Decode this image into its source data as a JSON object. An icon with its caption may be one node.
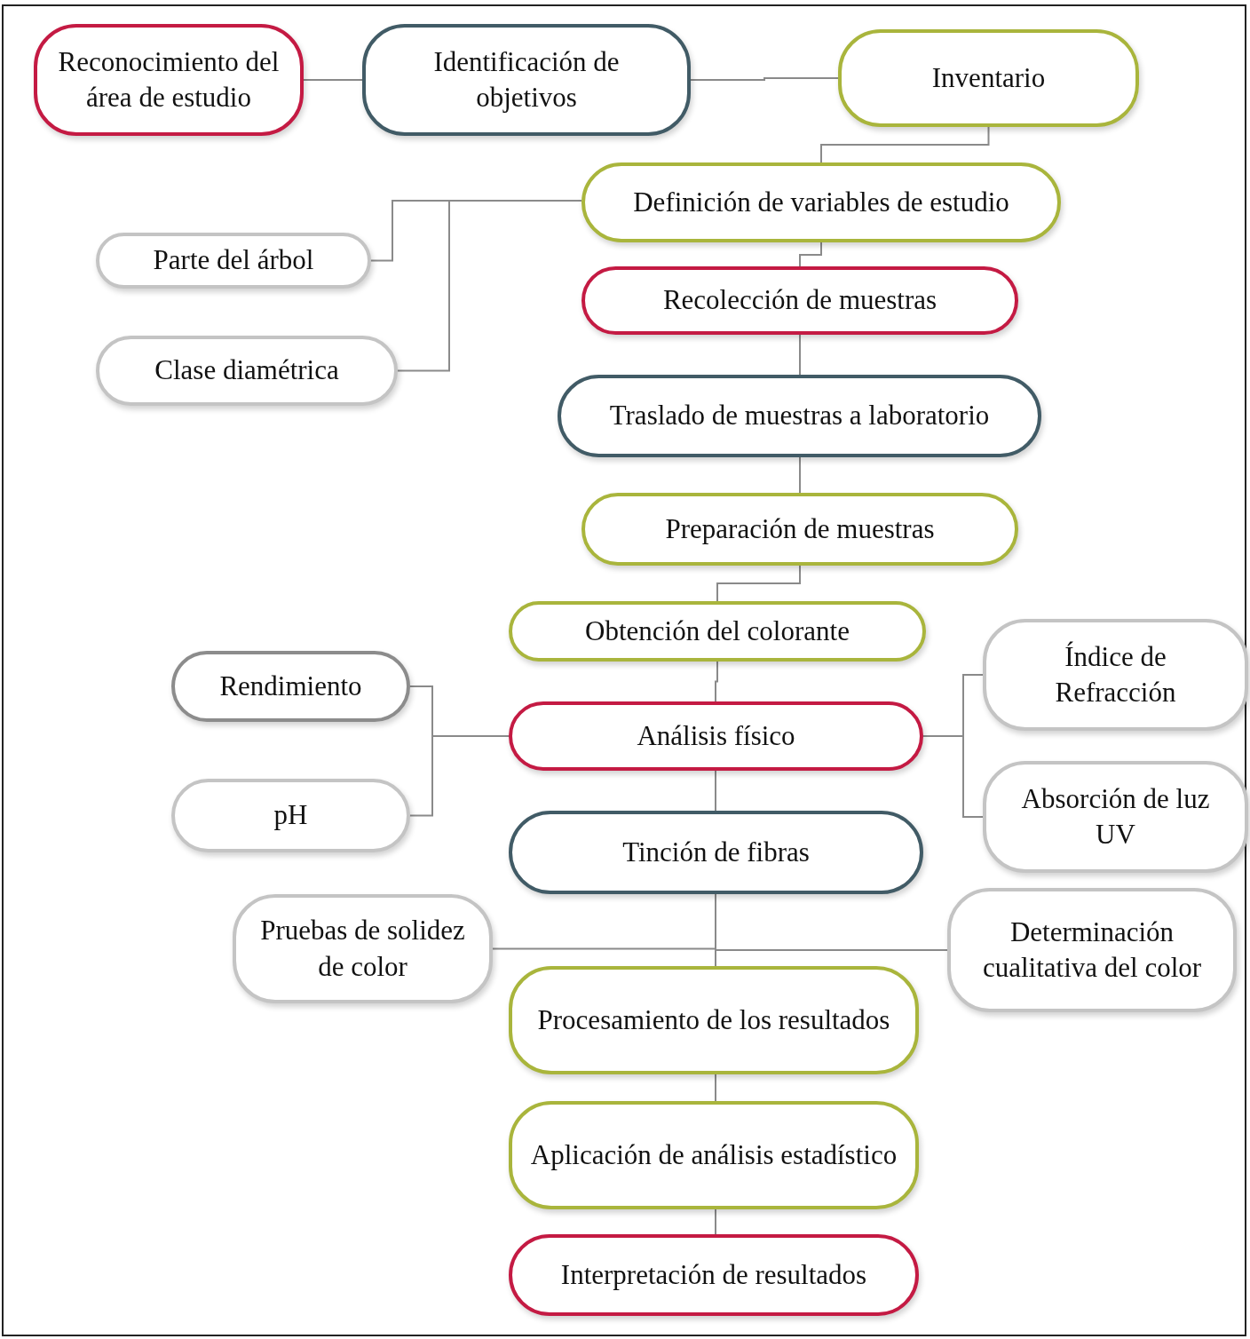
{
  "diagram": {
    "nodes": [
      {
        "text": [
          "Reconocimiento del área de estudio"
        ]
      },
      {
        "text": [
          "Identificación de objetivos"
        ]
      },
      {
        "text": [
          "Inventario"
        ]
      },
      {
        "text": [
          "Definición de variables de estudio"
        ]
      },
      {
        "text": [
          "Parte del árbol"
        ]
      },
      {
        "text": [
          "Clase diamétrica"
        ]
      },
      {
        "text": [
          "Recolección de muestras"
        ]
      },
      {
        "text": [
          "Traslado de muestras a laboratorio"
        ]
      },
      {
        "text": [
          "Preparación de muestras"
        ]
      },
      {
        "text": [
          "Obtención del colorante"
        ]
      },
      {
        "text": [
          "Índice de Refracción"
        ]
      },
      {
        "text": [
          "Rendimiento"
        ]
      },
      {
        "text": [
          "Análisis físico"
        ]
      },
      {
        "text": [
          "Absorción de luz UV"
        ]
      },
      {
        "text": [
          "pH"
        ]
      },
      {
        "text": [
          "Tinción de fibras"
        ]
      },
      {
        "text": [
          "Pruebas de solidez de color"
        ]
      },
      {
        "text": [
          "Determinación cualitativa del color"
        ]
      },
      {
        "text": [
          "Procesamiento de los resultados"
        ]
      },
      {
        "text": [
          "Aplicación de análisis estadístico"
        ]
      },
      {
        "text": [
          "Interpretación de resultados"
        ]
      }
    ],
    "edges": [
      {
        "from": 0,
        "to": 1,
        "arrow": "none"
      },
      {
        "from": 1,
        "to": 2,
        "arrow": "none"
      },
      {
        "from": 2,
        "to": 3,
        "arrow": "none"
      },
      {
        "from": 3,
        "to": 4,
        "arrow": "none"
      },
      {
        "from": 3,
        "to": 5,
        "arrow": "none"
      },
      {
        "from": 3,
        "to": 6,
        "arrow": "none"
      },
      {
        "from": 6,
        "to": 7,
        "arrow": "none"
      },
      {
        "from": 7,
        "to": 8,
        "arrow": "none"
      },
      {
        "from": 8,
        "to": 9,
        "arrow": "none"
      },
      {
        "from": 9,
        "to": 12,
        "arrow": "none"
      },
      {
        "from": 12,
        "to": 11,
        "arrow": "none"
      },
      {
        "from": 12,
        "to": 14,
        "arrow": "none"
      },
      {
        "from": 12,
        "to": 10,
        "arrow": "none"
      },
      {
        "from": 12,
        "to": 13,
        "arrow": "none"
      },
      {
        "from": 12,
        "to": 15,
        "arrow": "none"
      },
      {
        "from": 15,
        "to": 16,
        "arrow": "none"
      },
      {
        "from": 15,
        "to": 17,
        "arrow": "none"
      },
      {
        "from": 15,
        "to": 18,
        "arrow": "none"
      },
      {
        "from": 18,
        "to": 19,
        "arrow": "none"
      },
      {
        "from": 19,
        "to": 20,
        "arrow": "none"
      }
    ]
  }
}
